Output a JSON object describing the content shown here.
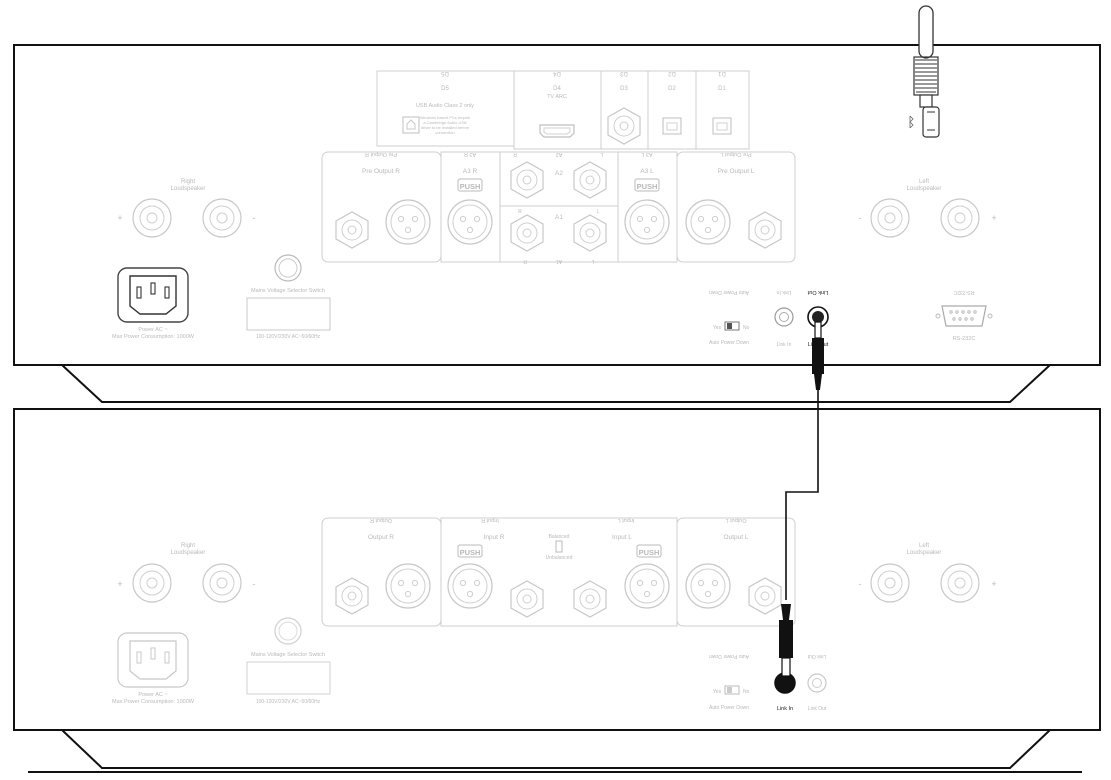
{
  "top_unit": {
    "digital_inputs": {
      "d5_header": "D5",
      "d5_label": "D5",
      "d5_desc": "USB Audio Class 2 only",
      "d5_note1": "Windows based PCs require",
      "d5_note2": "a Cambridge Audio USB",
      "d5_note3": "driver to be installed before",
      "d5_note4": "connection",
      "d4_header": "D4",
      "d4_label": "D4",
      "d4_sub": "TV ARC",
      "d3_header": "D3",
      "d3_label": "D3",
      "d2_header": "D2",
      "d2_label": "D2",
      "d1_header": "D1",
      "d1_label": "D1"
    },
    "right_speaker": "Right",
    "right_speaker2": "Loudspeaker",
    "left_speaker": "Left",
    "left_speaker2": "Loudspeaker",
    "plus": "+",
    "minus": "-",
    "pre_out_r_header": "Pre Output R",
    "pre_out_r": "Pre Output R",
    "a3r_header": "A3 R",
    "a3r": "A3 R",
    "a2_header_r": "R",
    "a2_header": "A2",
    "a2_header_l": "L",
    "a2": "A2",
    "a1": "A1",
    "a1_footer_r": "R",
    "a1_footer": "A1",
    "a1_footer_l": "L",
    "a1_r": "R",
    "a1_l": "L",
    "a3l_header": "A3 L",
    "a3l": "A3 L",
    "pre_out_l_header": "Pre Output L",
    "pre_out_l": "Pre Output L",
    "push": "PUSH",
    "mains_switch": "Mains Voltage Selector Switch",
    "voltage": "100-120V/230V AC~50/60Hz",
    "power1": "Power AC ~",
    "power2": "Max Power Consumption: 1000W",
    "auto_power_down_mirror": "Auto Power Down",
    "auto_power_down": "Auto Power Down",
    "yes": "Yes",
    "no": "No",
    "link_in_mirror": "Link In",
    "link_in": "Link In",
    "link_out_mirror": "Link Out",
    "link_out": "Link Out",
    "rs232_mirror": "RS-232C",
    "rs232": "RS-232C"
  },
  "bottom_unit": {
    "right_speaker": "Right",
    "right_speaker2": "Loudspeaker",
    "left_speaker": "Left",
    "left_speaker2": "Loudspeaker",
    "plus": "+",
    "minus": "-",
    "output_r_header": "Output R",
    "output_r": "Output R",
    "input_r_header": "Input R",
    "input_r": "Input R",
    "input_l_header": "Input L",
    "input_l": "Input L",
    "balanced": "Balanced",
    "unbalanced": "Unbalanced",
    "output_l_header": "Output L",
    "output_l": "Output L",
    "push": "PUSH",
    "mains_switch": "Mains Voltage Selector Switch",
    "voltage": "100-120V/230V AC~50/60Hz",
    "power1": "Power AC ~",
    "power2": "Max Power Consumption: 1000W",
    "auto_power_down_mirror": "Auto Power Down",
    "auto_power_down": "Auto Power Down",
    "yes": "Yes",
    "no": "No",
    "link_out_mirror": "Link Out",
    "link_in": "Link In",
    "link_out": "Link Out"
  }
}
